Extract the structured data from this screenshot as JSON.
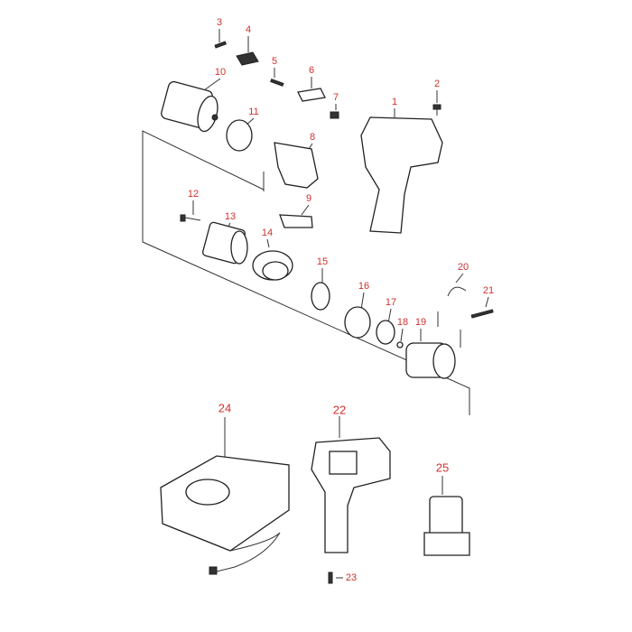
{
  "diagram": {
    "type": "exploded-parts-view",
    "label_color": "#d0312d",
    "part_numbers": [
      "1",
      "2",
      "3",
      "4",
      "5",
      "6",
      "7",
      "8",
      "9",
      "10",
      "11",
      "12",
      "13",
      "14",
      "15",
      "16",
      "17",
      "18",
      "19",
      "20",
      "21",
      "22",
      "23",
      "24",
      "25"
    ]
  }
}
